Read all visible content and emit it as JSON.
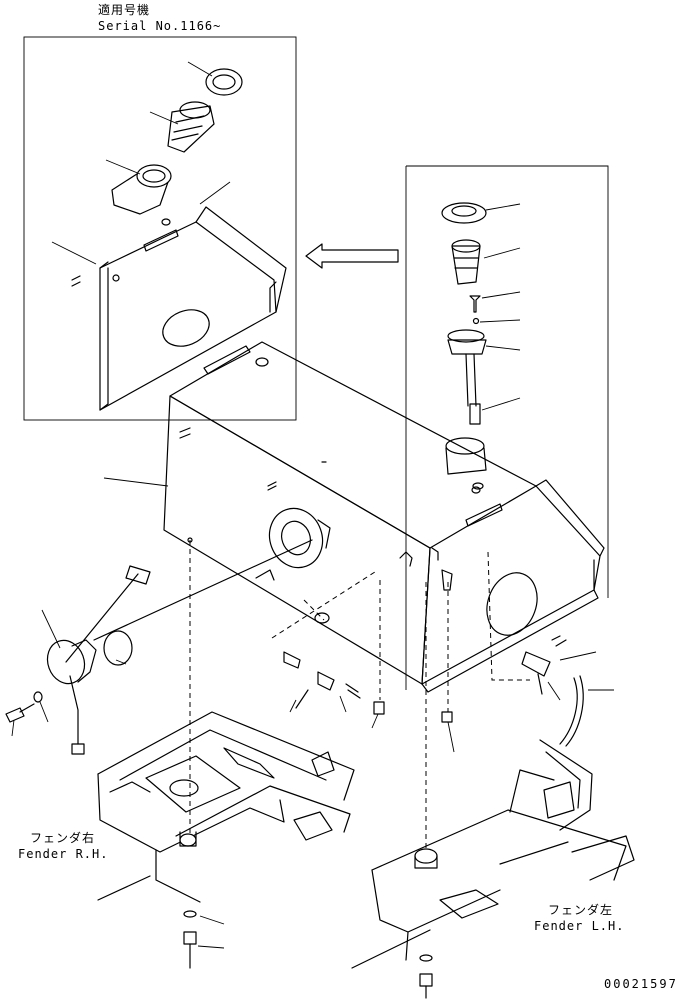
{
  "labels": {
    "applicable_jp": "適用号機",
    "serial": "Serial No.1166~",
    "fender_rh_jp": "フェンダ右",
    "fender_rh": "Fender R.H.",
    "fender_lh_jp": "フェンダ左",
    "fender_lh": "Fender L.H.",
    "drawing_number": "00021597"
  }
}
